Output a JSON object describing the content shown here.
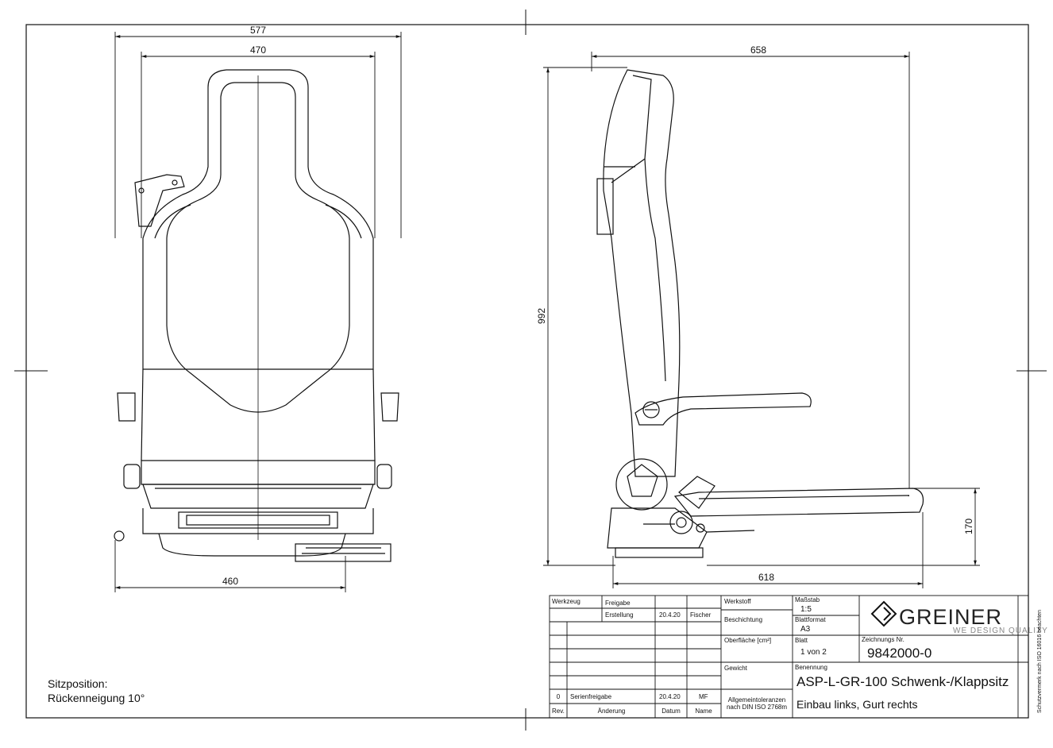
{
  "dimensions": {
    "front_overall_width": "577",
    "front_back_width": "470",
    "front_base_width": "460",
    "side_depth": "658",
    "side_height": "992",
    "side_base_depth": "618",
    "side_seat_height": "170"
  },
  "note": {
    "line1": "Sitzposition:",
    "line2": "Rückenneigung 10°"
  },
  "title_block": {
    "werkzeug": "Werkzeug",
    "freigabe": "Freigabe",
    "erstellung": "Erstellung",
    "erstellung_date": "20.4.20",
    "erstellung_name": "Fischer",
    "werkstoff": "Werkstoff",
    "beschichtung": "Beschichtung",
    "oberflaeche": "Oberfläche [cm²]",
    "gewicht": "Gewicht",
    "massstab_label": "Maßstab",
    "massstab_value": "1:5",
    "blattformat_label": "Blattformat",
    "blattformat_value": "A3",
    "blatt_label": "Blatt",
    "blatt_value": "1 von 2",
    "zeichnungs_label": "Zeichnungs Nr.",
    "zeichnungs_value": "9842000-0",
    "benennung_label": "Benennung",
    "benennung_line1": "ASP-L-GR-100 Schwenk-/Klappsitz",
    "benennung_line2": "Einbau links, Gurt rechts",
    "rev_value": "0",
    "rev_change": "Serienfreigabe",
    "rev_date": "20.4.20",
    "rev_name": "MF",
    "tol_line1": "Allgemeintoleranzen",
    "tol_line2": "nach DIN ISO 2768m",
    "col_rev": "Rev.",
    "col_aenderung": "Änderung",
    "col_datum": "Datum",
    "col_name": "Name",
    "brand": "GREINER",
    "brand_tagline": "WE DESIGN QUALITY",
    "side_note": "Schutzvermerk nach ISO 16016 beachten"
  }
}
